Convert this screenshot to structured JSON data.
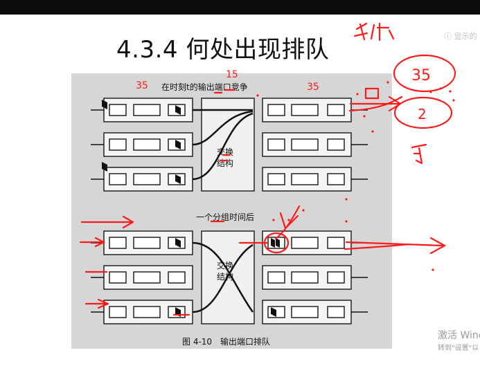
{
  "slide": {
    "title": "4.3.4 何处出现排队"
  },
  "figure": {
    "caption_top": "在时刻t的输出端口竞争",
    "caption_mid": "一个分组时间后",
    "caption_bottom": "图 4-10　输出端口排队",
    "fabric_label_top": "交换",
    "fabric_label_bottom": "结构"
  },
  "annotations": {
    "handwritten_output": "输出",
    "num_15": "15",
    "num_35_left": "35",
    "num_35_right": "35",
    "circled_35": "35",
    "circled_2": "2"
  },
  "watermark": {
    "line1": "激活 Winc",
    "line2": "转到\"设置\"以",
    "top_right": "ⓘ 显示的"
  },
  "colors": {
    "ink_red": "#ff1a1a",
    "figure_bg": "#d6d6d6"
  }
}
